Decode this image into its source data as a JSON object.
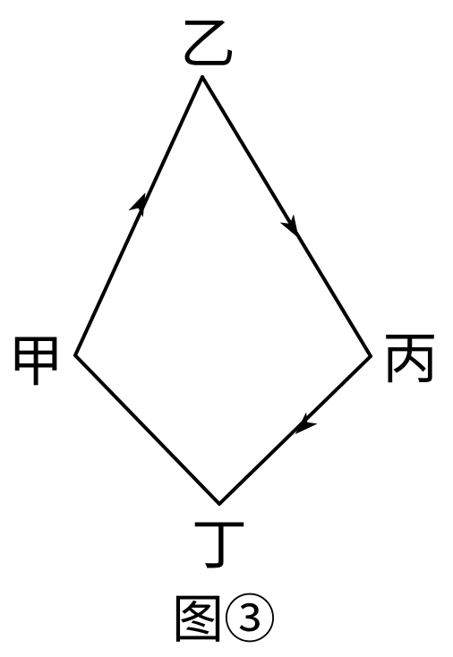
{
  "diagram": {
    "nodes": {
      "yi": "乙",
      "jia": "甲",
      "bing": "丙",
      "ding": "丁"
    },
    "caption": "图③",
    "edges": [
      {
        "from": "jia",
        "to": "yi",
        "arrow": "forward"
      },
      {
        "from": "yi",
        "to": "bing",
        "arrow": "forward"
      },
      {
        "from": "bing",
        "to": "ding",
        "arrow": "forward"
      },
      {
        "from": "ding",
        "to": "jia",
        "arrow": "none"
      }
    ],
    "colors": {
      "line": "#000000",
      "background": "#ffffff"
    }
  }
}
